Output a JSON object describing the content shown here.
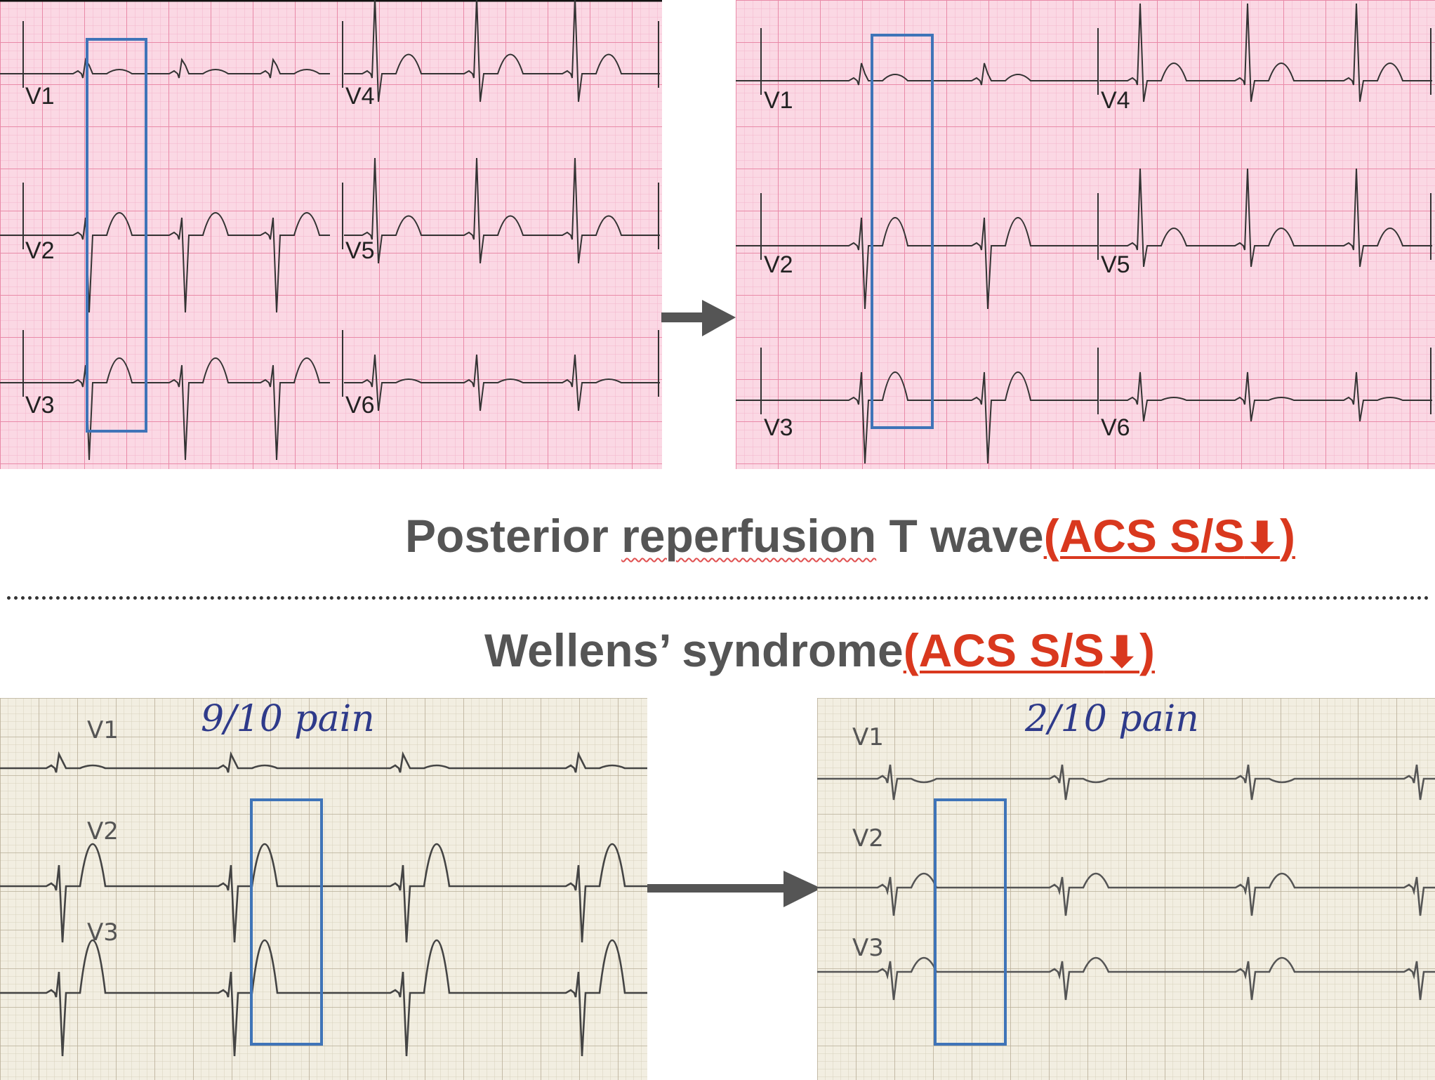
{
  "panels": {
    "top_left": {
      "leads": [
        "V1",
        "V2",
        "V3",
        "V4",
        "V5",
        "V6"
      ]
    },
    "top_right": {
      "leads": [
        "V1",
        "V2",
        "V3",
        "V4",
        "V5",
        "V6"
      ]
    },
    "bottom_left": {
      "leads": [
        "V1",
        "V2",
        "V3"
      ],
      "note": "9/10 pain"
    },
    "bottom_right": {
      "leads": [
        "V1",
        "V2",
        "V3"
      ],
      "note": "2/10 pain"
    }
  },
  "headings": {
    "posterior": {
      "word1": "Posterior",
      "word2": "reperfusion",
      "rest": "T wave",
      "accent_text": "(ACS S/S",
      "accent_arrow": "⬇",
      "accent_close": ")"
    },
    "wellens": {
      "text": "Wellens’ syndrome",
      "accent_text": "(ACS S/S",
      "accent_arrow": "⬇",
      "accent_close": ")"
    }
  },
  "colors": {
    "heading": "#555555",
    "accent": "#d9381e",
    "highlight_box": "#3f74b8",
    "pink_paper": "#fbd8e4",
    "beige_paper": "#f2eee1"
  }
}
